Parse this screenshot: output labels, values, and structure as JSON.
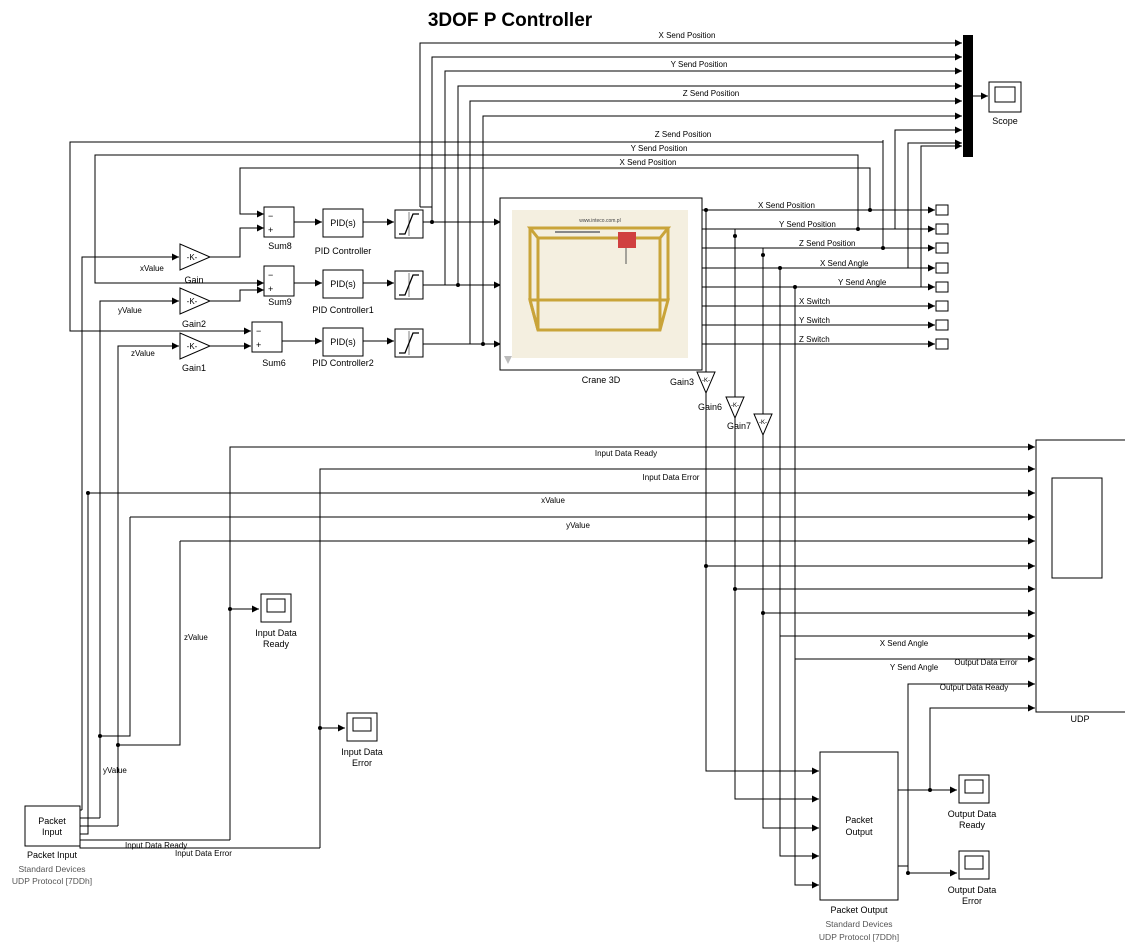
{
  "title": "3DOF P Controller",
  "blocks": {
    "scope": "Scope",
    "sum8": "Sum8",
    "sum9": "Sum9",
    "sum6": "Sum6",
    "pid_text": "PID(s)",
    "pid0": "PID Controller",
    "pid1": "PID Controller1",
    "pid2": "PID Controller2",
    "gain": "Gain",
    "gain1": "Gain1",
    "gain2": "Gain2",
    "gain3": "Gain3",
    "gain6": "Gain6",
    "gain7": "Gain7",
    "gain_text": "-K-",
    "crane": "Crane 3D",
    "crane_url": "www.inteco.com.pl",
    "udp": "UDP",
    "packet_input_body": [
      "Packet",
      "Input"
    ],
    "packet_input_name": "Packet Input",
    "packet_input_sub1": "Standard Devices",
    "packet_input_sub2": "UDP Protocol [7DDh]",
    "packet_output_body": [
      "Packet",
      "Output"
    ],
    "packet_output_name": "Packet Output",
    "packet_output_sub1": "Standard Devices",
    "packet_output_sub2": "UDP Protocol [7DDh]",
    "input_data_ready_scope": [
      "Input Data",
      "Ready"
    ],
    "input_data_error_scope": [
      "Input Data",
      "Error"
    ],
    "output_data_ready_scope": [
      "Output Data",
      "Ready"
    ],
    "output_data_error_scope": [
      "Output Data",
      "Error"
    ],
    "sum_minus": "−",
    "sum_plus": "+"
  },
  "signals": {
    "top_x_send_position": "X Send Position",
    "top_y_send_position": "Y Send Position",
    "top_z_send_position": "Z Send Position",
    "fb_z_send_position": "Z Send Position",
    "fb_y_send_position": "Y Send Position",
    "fb_x_send_position": "X Send Position",
    "out_x_send_position": "X Send Position",
    "out_y_send_position": "Y Send Position",
    "out_z_send_position": "Z Send Position",
    "out_x_send_angle": "X Send Angle",
    "out_y_send_angle": "Y Send Angle",
    "out_x_switch": "X Switch",
    "out_y_switch": "Y Switch",
    "out_z_switch": "Z Switch",
    "x_value": "xValue",
    "y_value": "yValue",
    "z_value": "zValue",
    "udp_input_data_ready": "Input Data Ready",
    "udp_input_data_error": "Input Data Error",
    "udp_x_value": "xValue",
    "udp_y_value": "yValue",
    "udp_x_send_angle": "X Send Angle",
    "udp_y_send_angle": "Y Send Angle",
    "udp_output_data_error": "Output Data Error",
    "udp_output_data_ready": "Output Data Ready",
    "z_value_vertical": "zValue",
    "y_value_vertical": "yValue",
    "pi_input_data_ready": "Input Data Ready",
    "pi_input_data_error": "Input Data Error"
  }
}
